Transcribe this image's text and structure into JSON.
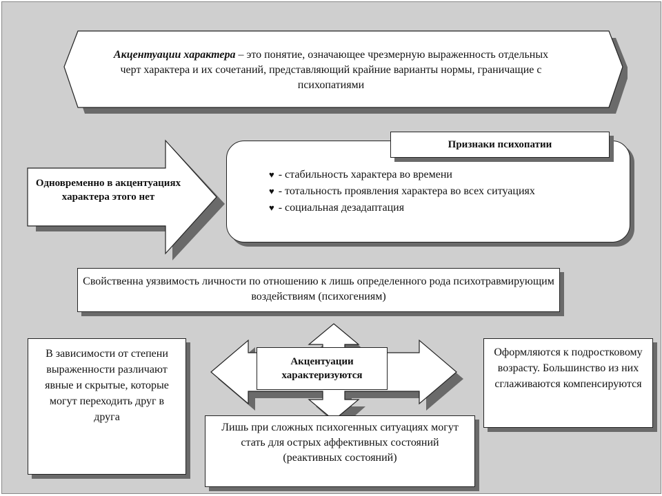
{
  "definition": {
    "term": "Акцентуации характера",
    "dash": "–",
    "text": "это понятие, означающее чрезмерную выраженность отдельных черт характера и их сочетаний, представляющий крайние варианты нормы, граничащие с психопатиями"
  },
  "arrow": {
    "text": "Одновременно в акцентуациях характера этого нет"
  },
  "signs": {
    "title": "Признаки психопатии",
    "items": [
      "- стабильность характера во времени",
      "- тотальность проявления характера во всех ситуациях",
      "- социальная дезадаптация"
    ]
  },
  "vulnerability": {
    "text": "Свойственна уязвимость личности по отношению к лишь определенного рода психотравмирующим воздействиям (психогениям)"
  },
  "center": {
    "text": "Акцентуации характеризуются"
  },
  "types": {
    "text": "В зависимости от степени выраженности различают явные и скрытые, которые могут переходить друг в друга"
  },
  "formation": {
    "text": "Оформляются к подростковому возрасту. Большинство из них сглаживаются компенсируются"
  },
  "stress": {
    "text": "Лишь при сложных психогенных ситуациях могут стать для острых аффективных состояний (реактивных состояний)"
  }
}
